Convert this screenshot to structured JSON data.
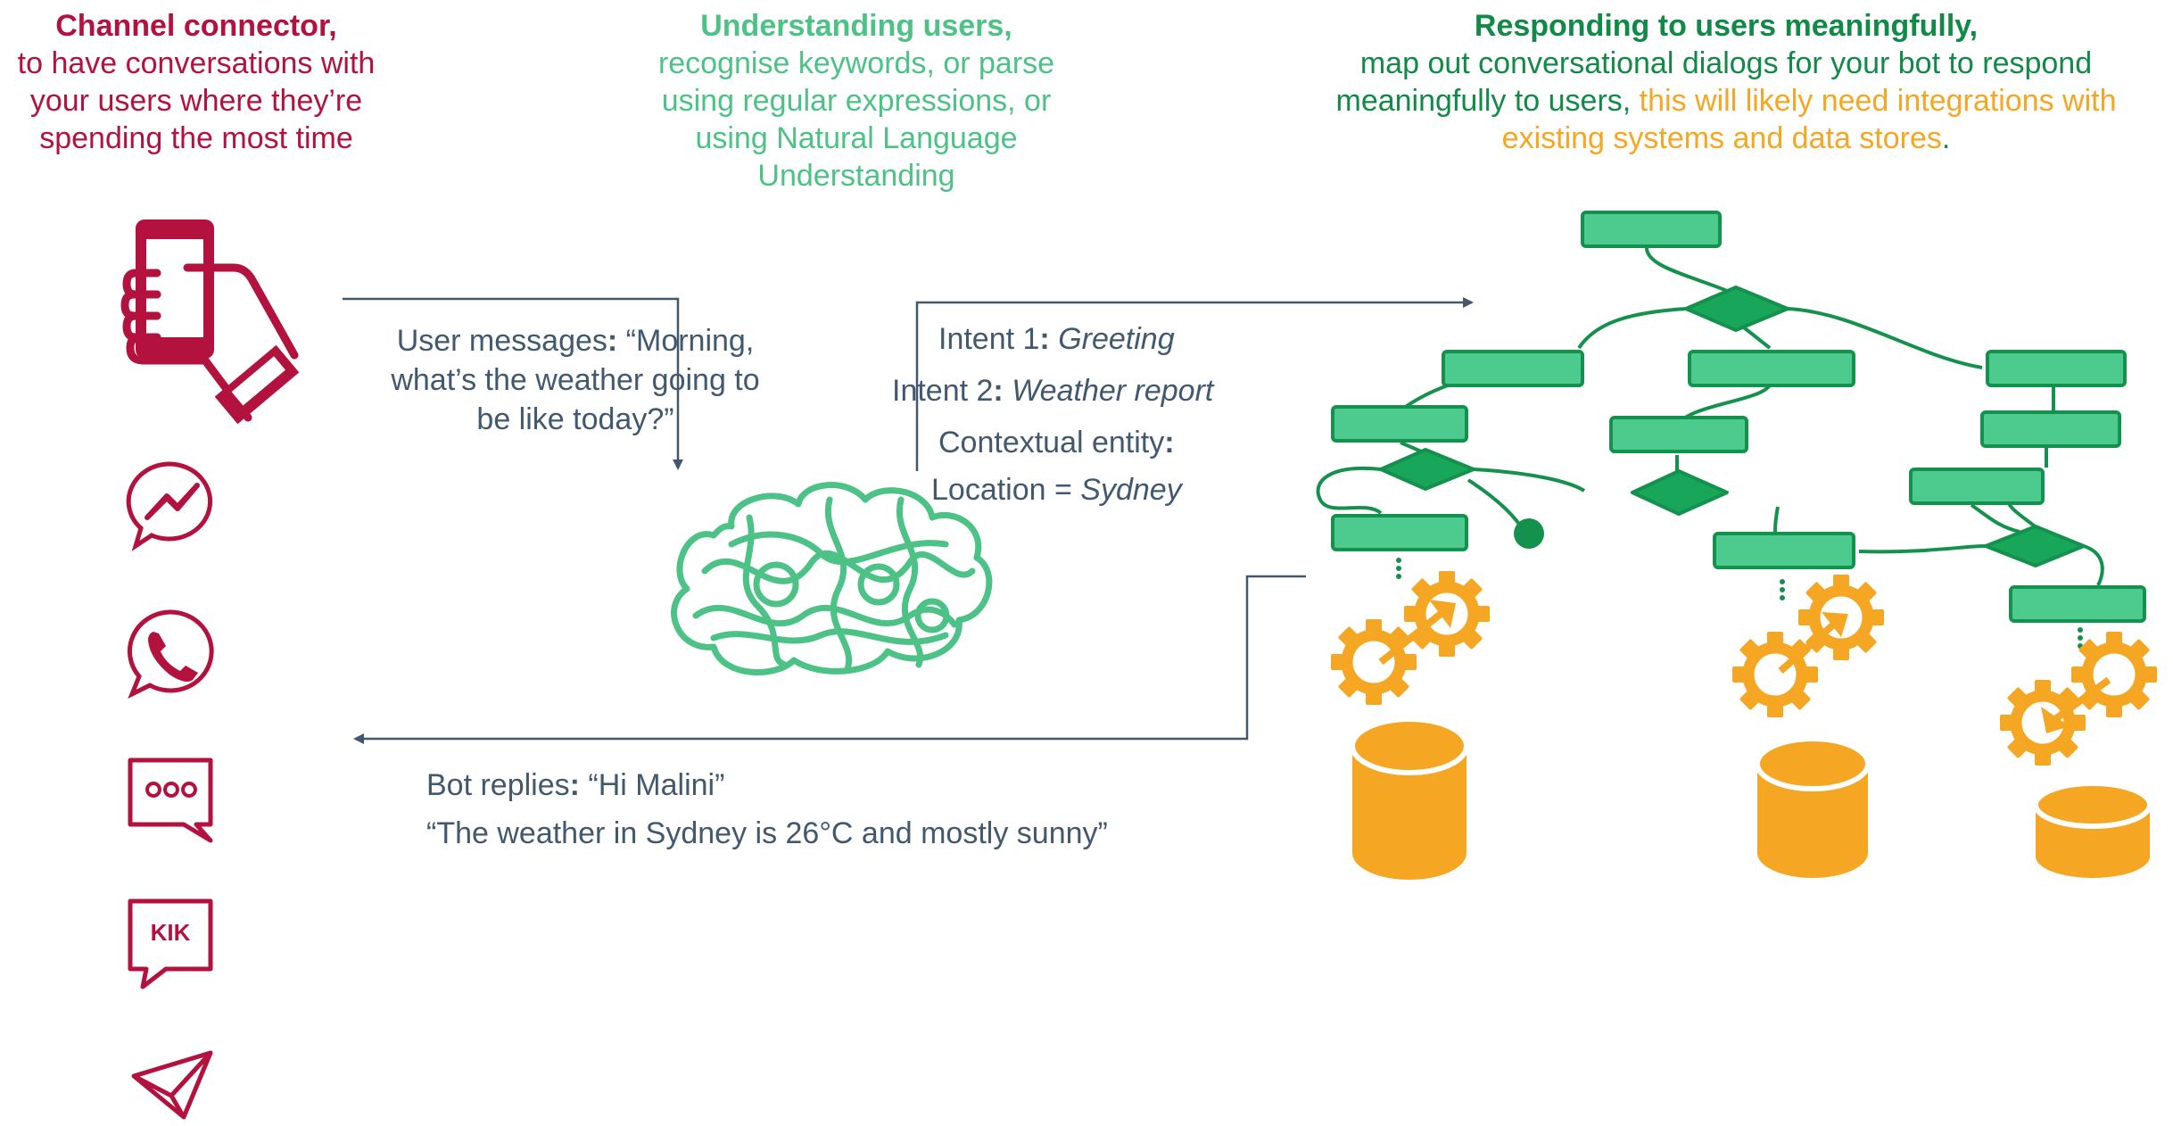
{
  "headings": {
    "channel": {
      "title": "Channel connector,",
      "lines": [
        "to have conversations with",
        "your users where they’re",
        "spending the most time"
      ]
    },
    "understanding": {
      "title": "Understanding users,",
      "lines": [
        "recognise keywords, or parse",
        "using regular expressions, or",
        "using Natural Language",
        "Understanding"
      ]
    },
    "responding": {
      "title": "Responding to users meaningfully,",
      "line1": "map out conversational dialogs for your bot to respond",
      "line2_green": "meaningfully to users, ",
      "line2_orange": "this will likely need integrations with",
      "line3_orange": "existing systems and data stores",
      "line3_end": "."
    }
  },
  "user_message": {
    "label": "User messages",
    "colon": ":",
    "text_first": " “Morning,",
    "text_rest": [
      "what’s the weather going to",
      "be like today?”"
    ]
  },
  "nlu": {
    "intent1_label": "Intent 1",
    "intent1_value": "Greeting",
    "intent2_label": "Intent 2",
    "intent2_value": "Weather report",
    "entity_label": "Contextual entity",
    "location_label": "Location = ",
    "location_value": "Sydney",
    "colon": ":"
  },
  "bot_reply": {
    "label": "Bot replies",
    "colon": ":",
    "greeting": " “Hi Malini”",
    "weather": "“The weather in Sydney is 26°C and mostly sunny”"
  },
  "channel_icons": [
    "phone-in-hand-icon",
    "messenger-icon",
    "whatsapp-icon",
    "sms-icon",
    "kik-icon",
    "telegram-icon"
  ],
  "kik_label": "KIK",
  "colors": {
    "channel": "#B3123F",
    "understanding": "#4CC286",
    "responding": "#128A47",
    "integration": "#F5A623",
    "flow_text": "#42586E",
    "node_fill": "#4DCB8F",
    "node_stroke": "#14914C",
    "decision_fill": "#17A65A"
  }
}
